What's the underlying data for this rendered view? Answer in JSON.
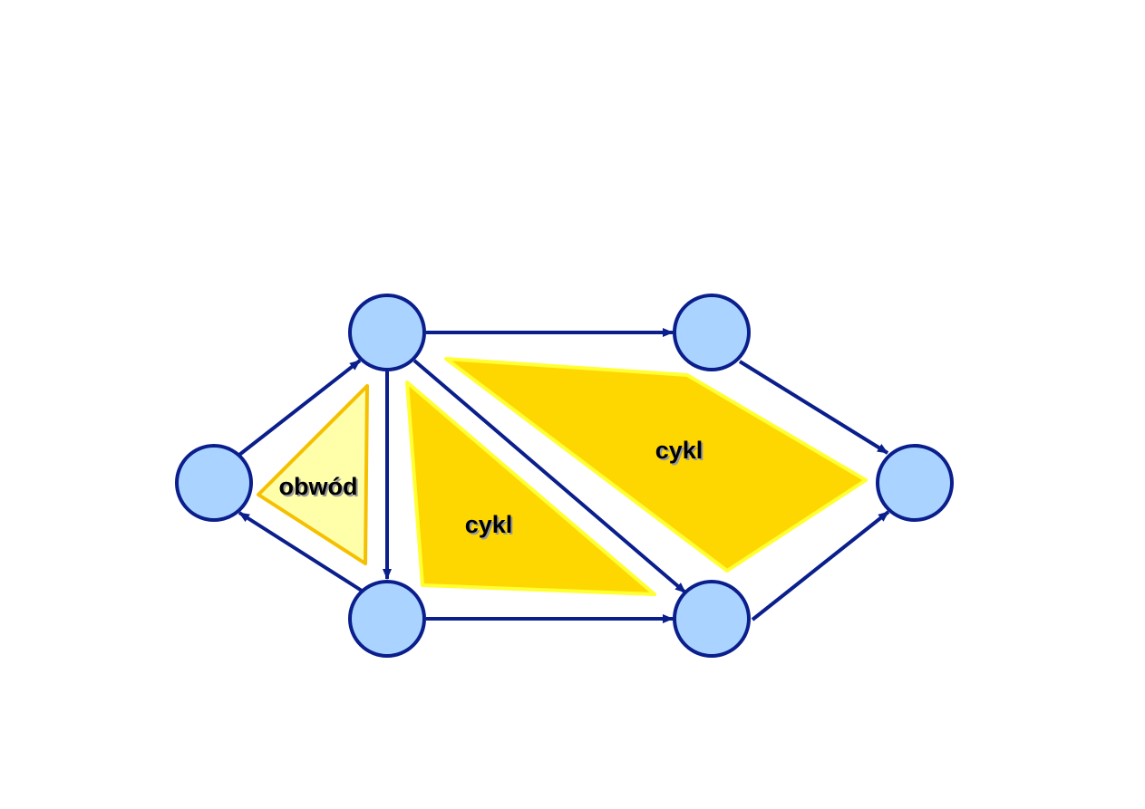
{
  "diagram": {
    "regions": [
      {
        "label": "obwód",
        "kind": "obwod"
      },
      {
        "label": "cykl",
        "kind": "cykl"
      },
      {
        "label": "cykl",
        "kind": "cykl"
      }
    ]
  },
  "colors": {
    "node_fill": "#aad4ff",
    "node_stroke": "#0a1e8c",
    "edge": "#0a1e8c",
    "obwod_fill": "#ffffaa",
    "obwod_stroke": "#f5c000",
    "cykl_fill": "#ffd700",
    "cykl_stroke": "#ffff33"
  }
}
